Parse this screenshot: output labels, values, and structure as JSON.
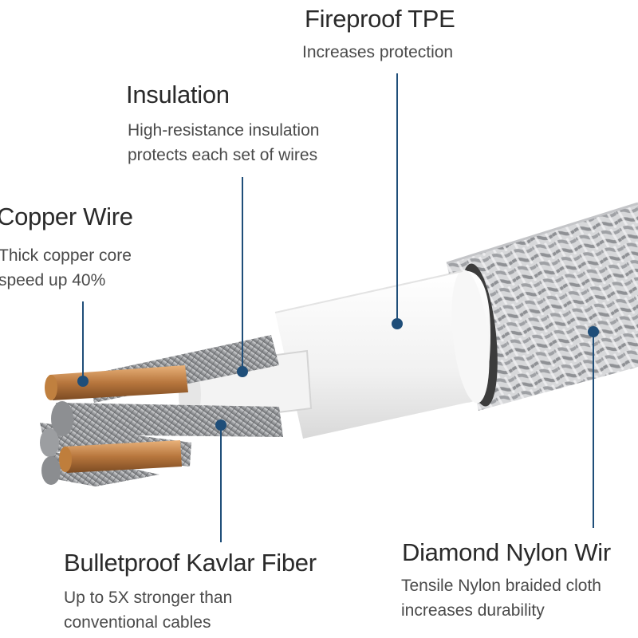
{
  "callouts": {
    "fireproof": {
      "title": "Fireproof TPE",
      "desc": "Increases protection"
    },
    "insulation": {
      "title": "Insulation",
      "desc": "High-resistance insulation\nprotects each set of wires"
    },
    "copper": {
      "title": "Copper Wire",
      "desc": "Thick copper core\nspeed up 40%"
    },
    "kevlar": {
      "title": "Bulletproof Kavlar Fiber",
      "desc": "Up to 5X stronger than\nconventional cables"
    },
    "nylon": {
      "title": "Diamond Nylon Wir",
      "desc": "Tensile Nylon braided cloth\nincreases durability"
    }
  },
  "colors": {
    "leader": "#1f4e79",
    "copper": "#c98a4a",
    "braid": "#b9babd",
    "tpe": "#f4f4f4",
    "steel": "#a6a8ab"
  }
}
